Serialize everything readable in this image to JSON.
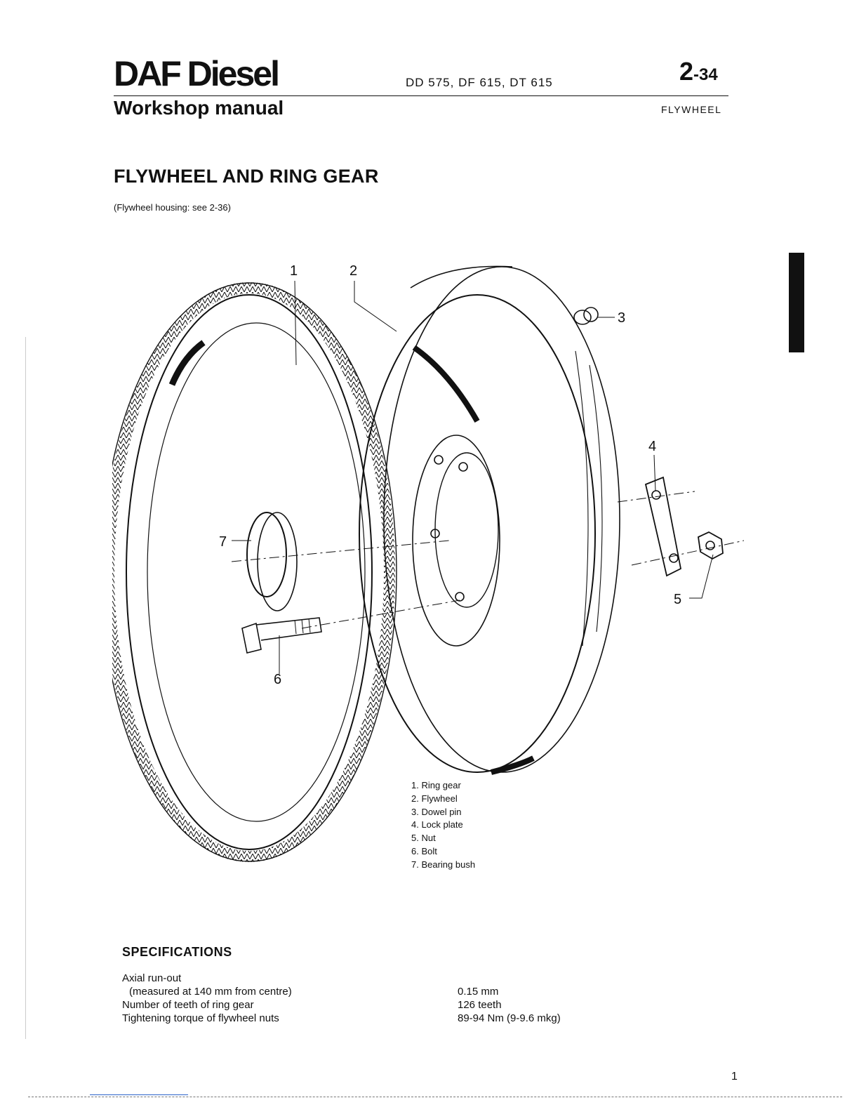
{
  "header": {
    "brand": "DAF Diesel",
    "subtitle": "Workshop manual",
    "models": "DD 575, DF 615, DT 615",
    "page_code_main": "2",
    "page_code_suffix": "-34",
    "section": "FLYWHEEL"
  },
  "title": "FLYWHEEL AND RING GEAR",
  "subtitle_note": "(Flywheel housing: see 2-36)",
  "callouts": [
    "1",
    "2",
    "3",
    "4",
    "5",
    "6",
    "7"
  ],
  "legend": [
    "1. Ring gear",
    "2. Flywheel",
    "3. Dowel pin",
    "4. Lock plate",
    "5. Nut",
    "6. Bolt",
    "7. Bearing bush"
  ],
  "specifications": {
    "heading": "SPECIFICATIONS",
    "rows": [
      {
        "label": "Axial run-out",
        "value": ""
      },
      {
        "label": "(measured at 140 mm from centre)",
        "value": "0.15 mm"
      },
      {
        "label": "Number of teeth of ring gear",
        "value": "126 teeth"
      },
      {
        "label": "Tightening torque of flywheel nuts",
        "value": "89-94 Nm (9-9.6 mkg)"
      }
    ]
  },
  "page_number": "1"
}
